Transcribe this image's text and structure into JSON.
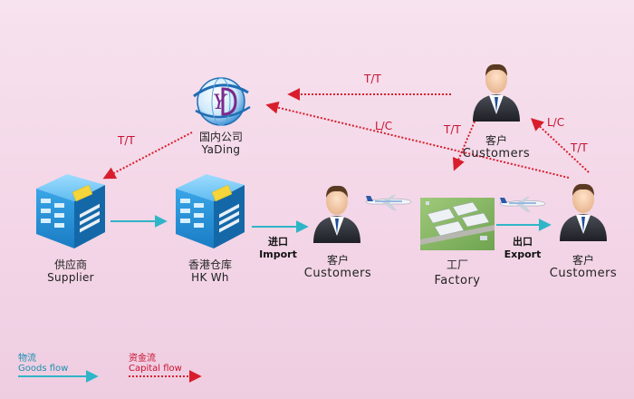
{
  "colors": {
    "goods_flow": "#2fb5c8",
    "capital_flow": "#d81e2c",
    "building": "#1f8fd6",
    "sticker": "#f5d53a"
  },
  "nodes": {
    "yading": {
      "cn": "国内公司",
      "en": "YaDing",
      "logo_letter": "Y",
      "icon": "globe-logo-icon"
    },
    "supplier": {
      "cn": "供应商",
      "en": "Supplier",
      "icon": "building-icon"
    },
    "hkwh": {
      "cn": "香港仓库",
      "en": "HK Wh",
      "icon": "building-icon"
    },
    "customer_import": {
      "cn": "客户",
      "en": "Customers",
      "icon": "businessman-icon"
    },
    "factory": {
      "cn": "工厂",
      "en": "Factory",
      "icon": "factory-aerial-icon"
    },
    "customer_export": {
      "cn": "客户",
      "en": "Customers",
      "icon": "businessman-icon"
    },
    "customer_top": {
      "cn": "客户",
      "en": "Customers",
      "icon": "businessman-icon"
    }
  },
  "flow_labels": {
    "import": {
      "cn": "进口",
      "en": "Import"
    },
    "export": {
      "cn": "出口",
      "en": "Export"
    },
    "tt_top": "T/T",
    "lc_top": "L/C",
    "tt_left": "T/T",
    "tt_mid": "T/T",
    "lc_right": "L/C",
    "tt_right": "T/T"
  },
  "legend": {
    "goods": {
      "cn": "物流",
      "en": "Goods flow"
    },
    "capital": {
      "cn": "资金流",
      "en": "Capital flow"
    }
  }
}
